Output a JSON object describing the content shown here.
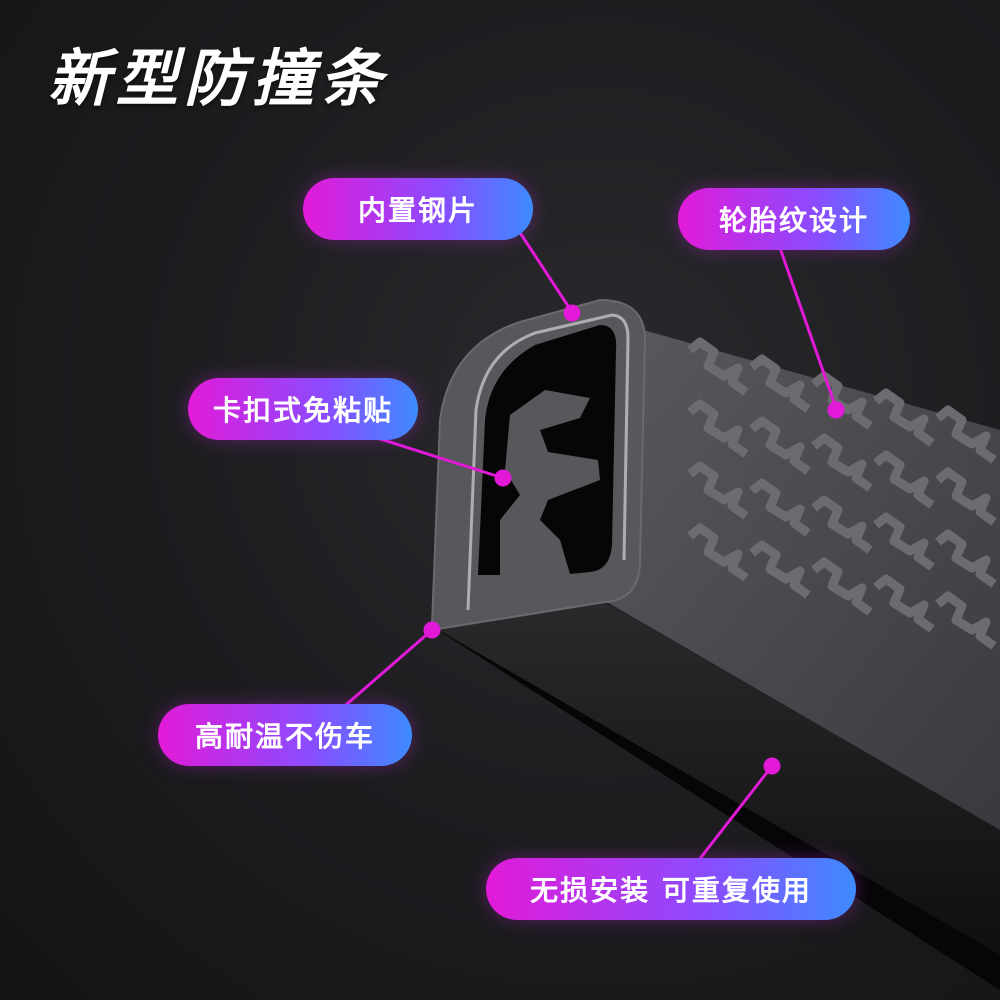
{
  "title": "新型防撞条",
  "callouts": {
    "steel": "内置钢片",
    "tread": "轮胎纹设计",
    "clip": "卡扣式免粘贴",
    "heat": "高耐温不伤车",
    "reuse": "无损安装 可重复使用"
  },
  "colors": {
    "accent_pink": "#e21ad8",
    "accent_blue": "#3d8bff",
    "rubber": "#4a4a4e"
  }
}
